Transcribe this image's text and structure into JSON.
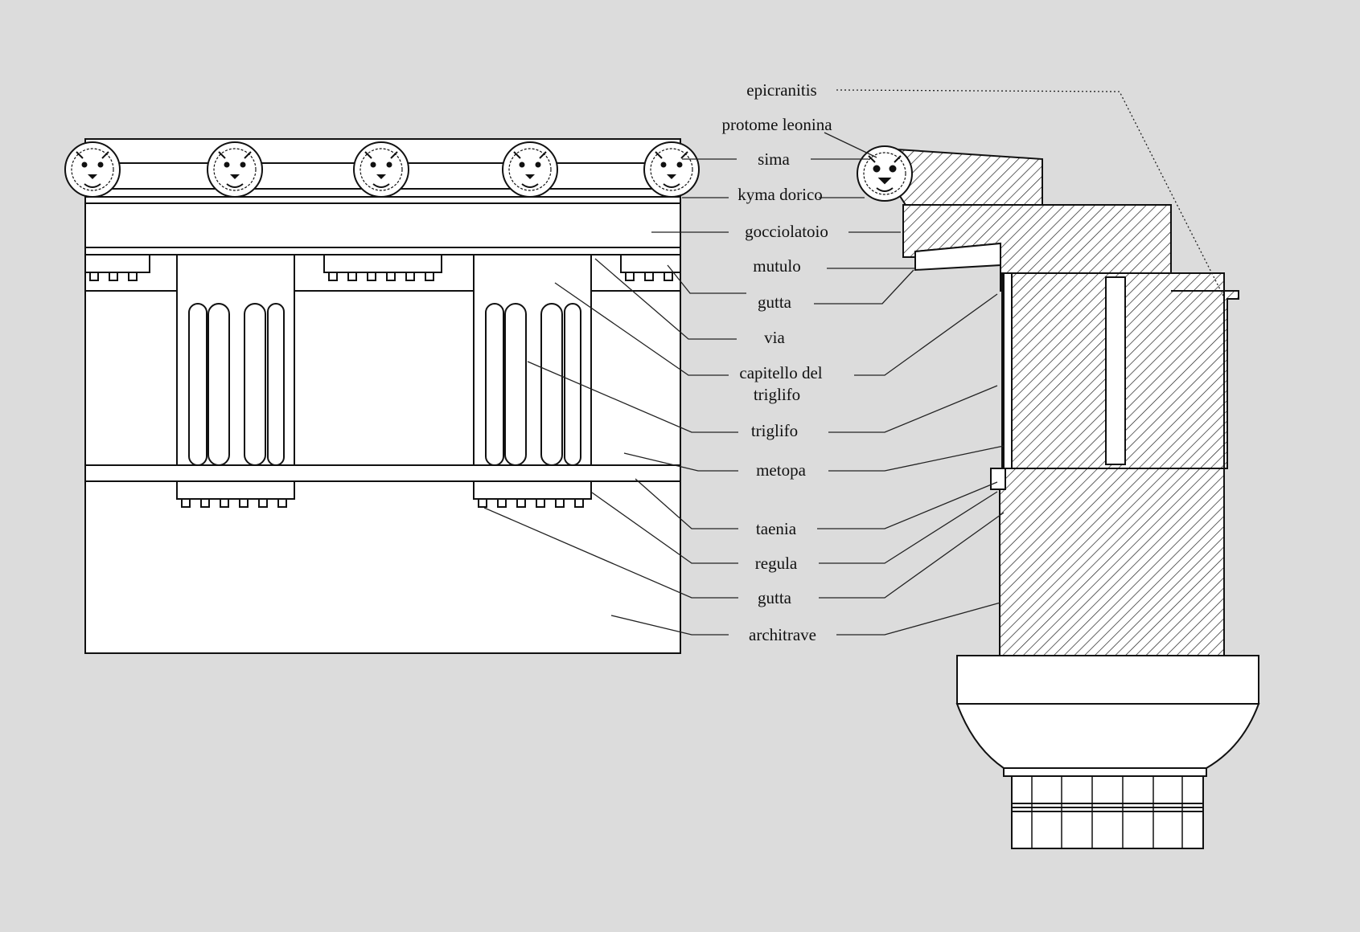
{
  "colors": {
    "background": "#dcdcdc",
    "ink": "#111111",
    "paper": "#ffffff"
  },
  "labels": {
    "epicranitis": "epicranitis",
    "protome_leonina": "protome leonina",
    "sima": "sima",
    "kyma_dorico": "kyma dorico",
    "gocciolatoio": "gocciolatoio",
    "mutulo": "mutulo",
    "gutta_upper": "gutta",
    "via": "via",
    "capitello_line1": "capitello del",
    "capitello_line2": "triglifo",
    "triglifo": "triglifo",
    "metopa": "metopa",
    "taenia": "taenia",
    "regula": "regula",
    "gutta_lower": "gutta",
    "architrave": "architrave"
  },
  "icons": [
    "lion-head-icon"
  ]
}
